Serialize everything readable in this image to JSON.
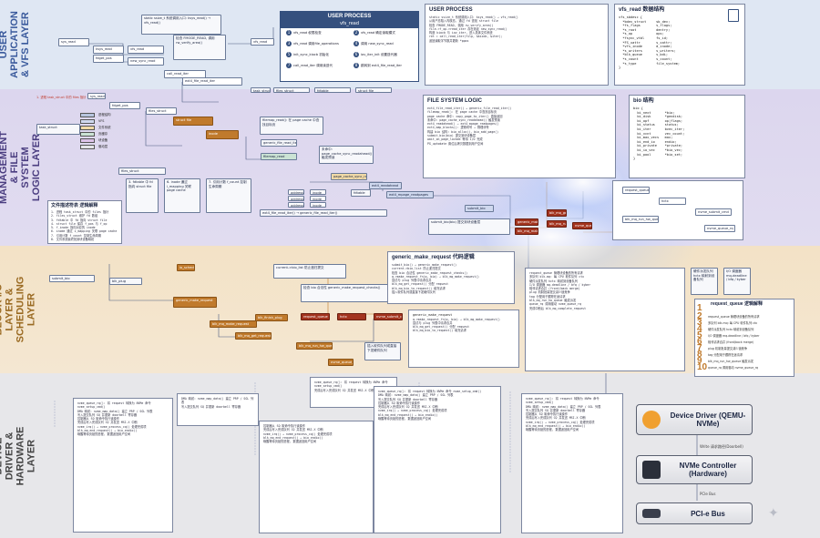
{
  "layers": {
    "app": "USER APPLICATION & VFS LAYER",
    "proc": "PROCESS MANAGEMENT & FILE SYSTEM LOGIC LAYER",
    "blk": "BLOCK I/O LAYER & SCHEDULING LAYER",
    "dev": "DEVICE DRIVER & HARDWARE LAYER"
  },
  "user_process": {
    "title": "USER PROCESS",
    "subtitle": "vfs_read",
    "steps": [
      "vfs_read 权限检查",
      "vfs_read 确定读取模式",
      "vfs_read 调用file_operations",
      "调用 new_sync_read",
      "init_sync_kiocb 初始化",
      "iov_iter_init 设置迭代器",
      "call_read_iter 调用读迭代",
      "跳转到 ext4_file_read_iter"
    ]
  },
  "user_process_note": {
    "title": "USER PROCESS",
    "lines": [
      "static ssize_t 系统调用入口: ksys_read() → vfs_read()",
      "从用户态陷入内核态, 通过 fd 查找 struct file",
      "检查 FMODE_READ, 调用 rw_verify_area()",
      "file->f_op->read_iter 存在则走 new_sync_read()",
      "构造 kiocb 与 iov_iter, 进入具体文件系统",
      "ret = call_read_iter(filp, &kiocb, &iter);",
      "返回读取字节数并更新 *ppos"
    ]
  },
  "vfs_struct": {
    "title": "vfs_read 数据结构",
    "code": [
      "vfs_sbdesc {",
      "  *bdev_struct     sb_dev;",
      "  *fs_flags        s_flags;",
      "  *s_root          dentry;",
      "  *s_op            ops;",
      "  *fsync_vtbl      fs_id;",
      "  *FS_xattr        s_xattr;",
      "  *vfs_inode       d_inode;",
      "  *s_writers       s_writers;",
      "  *blk_queue       s_bdi;",
      "  *s_count         s_count;",
      "  *s_type          file_system;",
      "}"
    ]
  },
  "fs_logic": {
    "title": "FILE SYSTEM LOGIC",
    "lines": [
      "ext4_file_read_iter() → generic_file_read_iter()",
      "filemap_read(): 在 page cache 中查找目标页",
      "page cache 命中: copy_page_to_iter() 直接返回",
      "未命中: page_cache_sync_readahead() 触发预读",
      "ext4_readahead() → ext4_mpage_readpages()",
      "ext4_map_blocks(): 逻辑块号 → 物理块号",
      "构建 bio 结构: bio_alloc(), bio_add_page()",
      "submit_bio(bio) 提交到块设备层",
      "wait_on_page_locked 等待 I/O 完成",
      "PG_uptodate 置位后拷贝数据到用户空间"
    ]
  },
  "bio_struct": {
    "title": "bio 结构",
    "code": [
      "bio {",
      "  bi_next       *bio;",
      "  bi_disk       *gendisk;",
      "  bi_opf        op|flags;",
      "  bi_status     status;",
      "  bi_iter       bvec_iter;",
      "  bi_vcnt       vec_count;",
      "  bi_max_vecs   max;",
      "  bi_end_io     endio;",
      "  bi_private    *private;",
      "  bi_io_vec     *bio_vec;",
      "  bi_pool       *bio_set;",
      "}"
    ]
  },
  "desc_title": "文件描述符表 逻辑解释",
  "desc_lines": [
    "1. 进程 task_struct 中的 files 指针",
    "2. files_struct 维护 fd 数组",
    "3. fdtable 中 fd 指向 struct file",
    "4. struct file 保存 f_pos 与 f_op",
    "5. f_inode 指向对应的 inode",
    "6. inode 通过 i_mapping 关联 page cache",
    "7. 引用计数 f_count 控制生命周期",
    "8. 文件系统最终找到块设备映射"
  ],
  "legend": [
    "进程结构",
    "VFS",
    "文件系统",
    "页缓存",
    "块设备",
    "驱动层"
  ],
  "gsr": {
    "title": "generic_make_request 代码逻辑",
    "lines": [
      "submit_bio() → generic_make_request()",
      "current->bio_list 防止递归提交",
      "检查 bio 合法性 generic_make_request_checks()",
      "q->make_request_fn(q, bio) → blk_mq_make_request()",
      "尝试与 plug 列表中请求合并",
      "blk_mq_get_request() 分配 request",
      "blk_mq_bio_to_request() 填充请求",
      "插入软件队列或直接下发硬件队列"
    ]
  },
  "queue_panel": {
    "title": "request_queue 逻辑解释",
    "items": [
      "request_queue 管理块设备的所有请求",
      "多队列 blk-mq: 每 CPU 软件队列 ctx",
      "硬件派发队列 hctx 映射到设备队列",
      "I/O 调度器 mq-deadline / bfq / kyber",
      "相邻请求合并 (front/back merge)",
      "plug 机制批量提交减少锁竞争",
      "tag 分配用于跟踪在途请求",
      "blk_mq_run_hw_queue 触发派发",
      "queue_rq 调用驱动 nvme_queue_rq",
      "完成中断后 blk_mq_complete_request"
    ]
  },
  "hardware": {
    "driver": "Device Driver (QEMU-NVMe)",
    "controller": "NVMe Controller (Hardware)",
    "bus": "PCI-e Bus",
    "bus_label_1": "Write 请求路径(Doorbell)",
    "bus_label_2": "PCIe Bus"
  },
  "flow_nodes": {
    "n1": "sys_read",
    "n2": "ksys_read",
    "n3": "fdget_pos",
    "n4": "vfs_read",
    "n5": "new_sync_read",
    "n6": "call_read_iter",
    "n7": "ext4_file_read_iter",
    "n8": "generic_file_read_iter",
    "n9": "filemap_read",
    "n10": "page_cache_sync_ra",
    "n11": "ext4_readahead",
    "n12": "ext4_mpage_readpages",
    "n13": "submit_bio",
    "n14": "generic_make_request",
    "n15": "blk_mq_make_request",
    "n16": "blk_mq_get_request",
    "n17": "blk_mq_run_hw_queue",
    "n18": "nvme_queue_rq",
    "n19": "task_struct",
    "n20": "files_struct",
    "n21": "fdtable",
    "n22": "struct file",
    "n23": "inode",
    "n24": "address_space",
    "n25": "blk_plug",
    "n26": "io_schedule",
    "n27": "blk_finish_plug",
    "n28": "request_queue",
    "n29": "hctx",
    "n30": "nvme_submit_cmd"
  },
  "dev_notes": [
    "nvme_queue_rq(): 将 request 转换为 NVMe 命令 nvme_setup_cmd()",
    "DMA 映射: nvme_map_data() 建立 PRP / SGL 列表",
    "写入提交队列 SQ 并更新 doorbell 寄存器",
    "控制器从 SQ 取命令执行读操作",
    "完成后写入完成队列 CQ 并发送 MSI-X 中断",
    "nvme_irq() → nvme_process_cq() 处理完成项",
    "blk_mq_end_request() → bio_endio()",
    "唤醒等待页锁的进程, 数据返回用户空间"
  ]
}
